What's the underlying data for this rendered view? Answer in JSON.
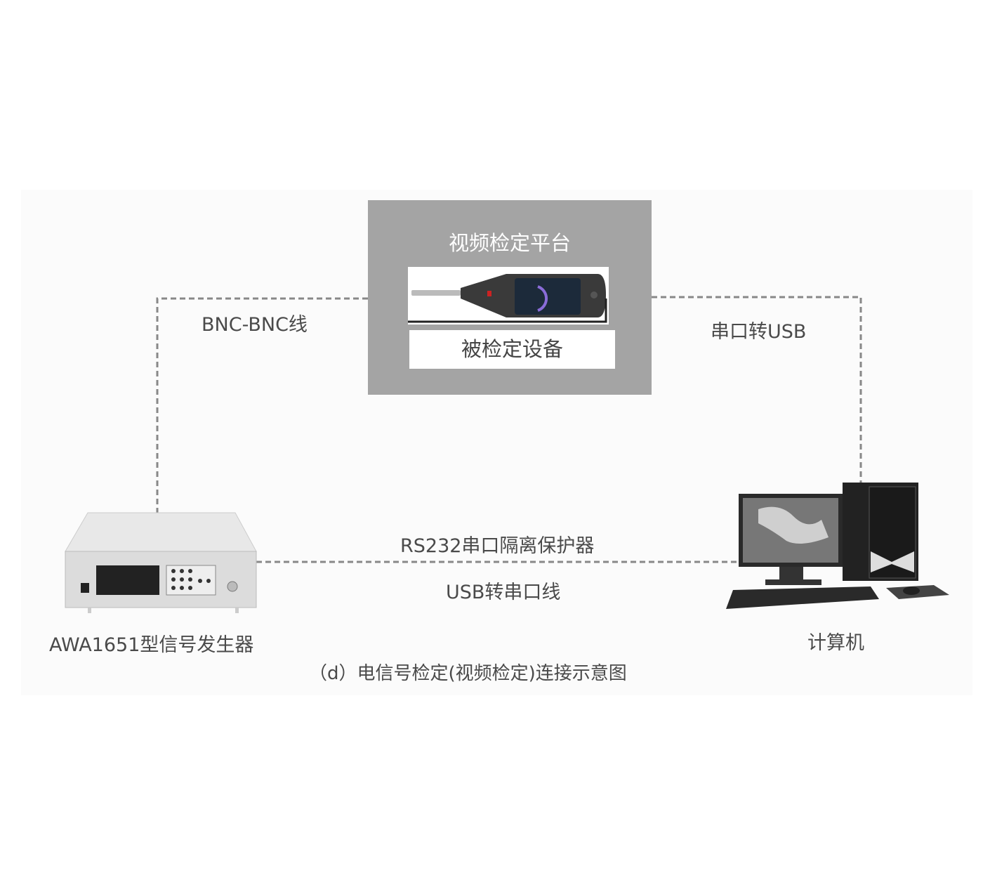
{
  "platform": {
    "title": "视频检定平台",
    "device_label": "被检定设备"
  },
  "connections": {
    "bnc": "BNC-BNC线",
    "serial_usb": "串口转USB",
    "rs232": "RS232串口隔离保护器",
    "usb_serial": "USB转串口线"
  },
  "nodes": {
    "generator": "AWA1651型信号发生器",
    "computer": "计算机"
  },
  "caption": "（d）电信号检定(视频检定)连接示意图"
}
